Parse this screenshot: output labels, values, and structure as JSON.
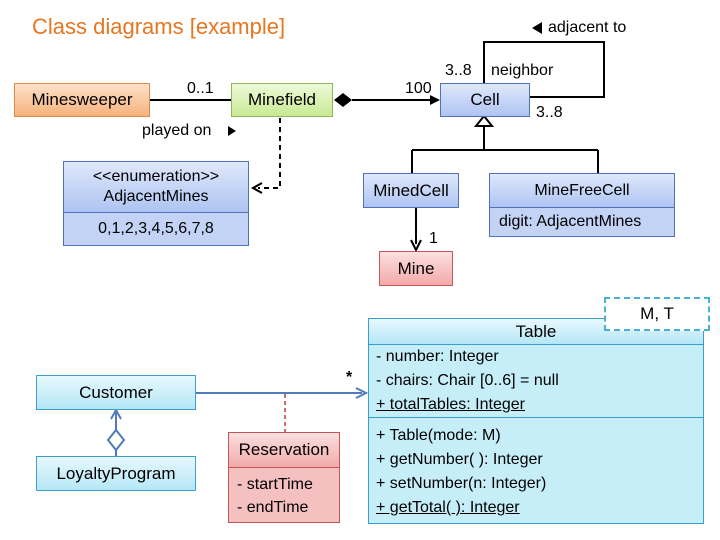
{
  "title": "Class diagrams [example]",
  "classes": {
    "minesweeper": "Minesweeper",
    "minefield": "Minefield",
    "cell": "Cell",
    "mined_cell": "MinedCell",
    "mine_free_cell": "MineFreeCell",
    "mine_free_cell_attr": "digit: AdjacentMines",
    "mine": "Mine",
    "enum_stereotype": "<<enumeration>>",
    "enum_name": "AdjacentMines",
    "enum_values": "0,1,2,3,4,5,6,7,8",
    "customer": "Customer",
    "loyalty_program": "LoyaltyProgram",
    "reservation": "Reservation",
    "reservation_attrs": [
      "- startTime",
      "- endTime"
    ],
    "table": "Table",
    "table_type_params": "M, T",
    "table_attrs": [
      "- number: Integer",
      "- chairs: Chair [0..6] = null",
      "+ totalTables: Integer"
    ],
    "table_ops": [
      "+ Table(mode: M)",
      "+ getNumber( ): Integer",
      "+ setNumber(n: Integer)",
      "+ getTotal( ): Integer"
    ]
  },
  "labels": {
    "mult_0_1": "0..1",
    "mult_100": "100",
    "played_on": "played on",
    "adjacent_to": "adjacent to",
    "neighbor": "neighbor",
    "mult_3_8_top": "3..8",
    "mult_3_8_bottom": "3..8",
    "mult_1": "1",
    "mult_star": "*"
  },
  "colors": {
    "title": "#e8761e",
    "minesweeper": "#f7b27c",
    "minefield": "#c9ea93",
    "cell": "#aec4f2",
    "mine": "#f2a9a9",
    "table": "#b5e7f6"
  }
}
